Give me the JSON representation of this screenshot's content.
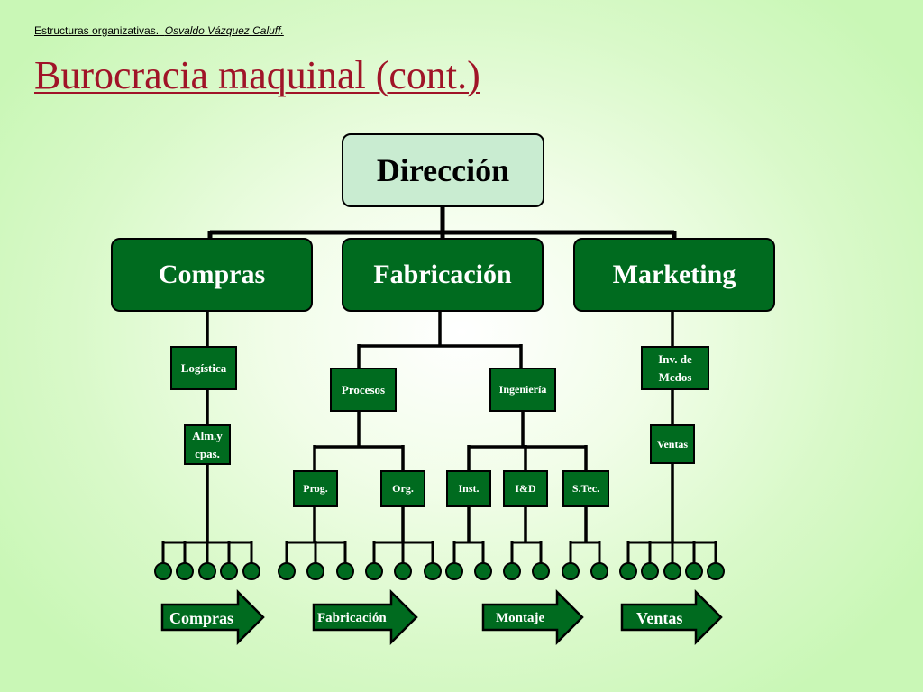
{
  "header": {
    "course": "Estructuras organizativas.",
    "author": "Osvaldo Vázquez Caluff."
  },
  "title": "Burocracia maquinal (cont.)",
  "colors": {
    "title": "#a01428",
    "box_fill": "#006b1f",
    "top_box_fill": "#c9ecd1",
    "node_fill": "#006b1f"
  },
  "org": {
    "top": "Dirección",
    "departments": [
      "Compras",
      "Fabricación",
      "Marketing"
    ],
    "compras": {
      "level1": "Logística",
      "level2_line1": "Alm.y",
      "level2_line2": "cpas."
    },
    "fabricacion": {
      "procesos": "Procesos",
      "ingenieria": "Ingeniería",
      "procesos_children": [
        "Prog.",
        "Org."
      ],
      "ingenieria_children": [
        "Inst.",
        "I&D",
        "S.Tec."
      ]
    },
    "marketing": {
      "level1_line1": "Inv. de",
      "level1_line2": "Mcdos",
      "level2": "Ventas"
    }
  },
  "flow": [
    "Compras",
    "Fabricación",
    "Montaje",
    "Ventas"
  ]
}
